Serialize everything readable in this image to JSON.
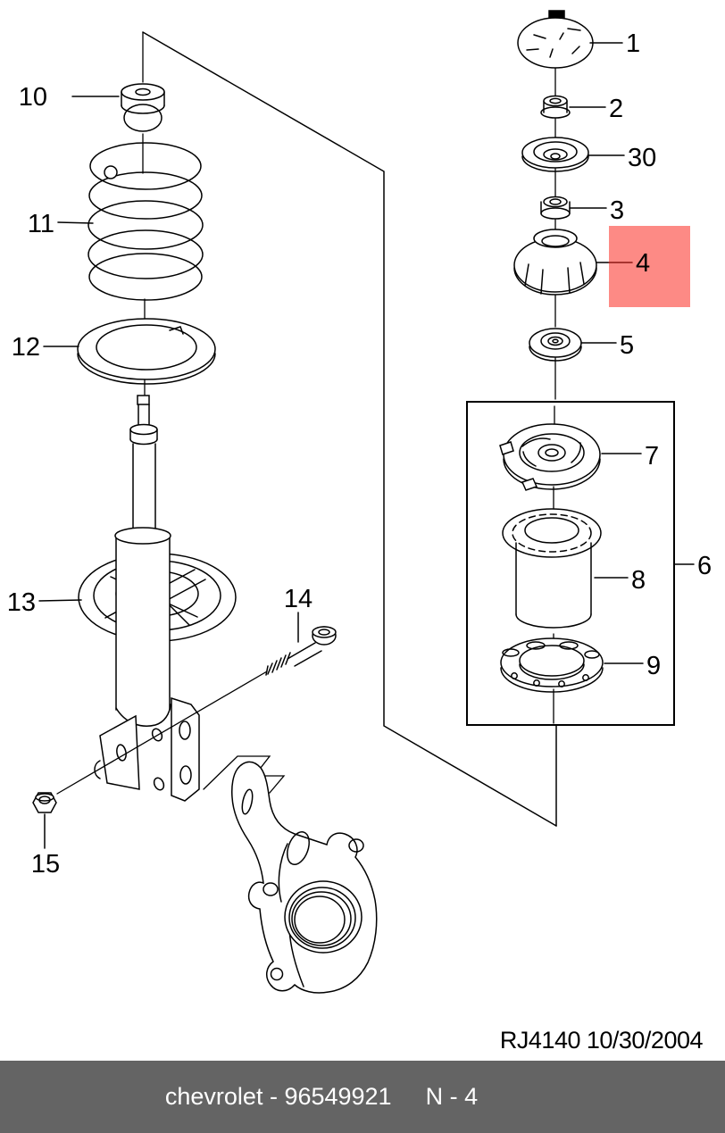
{
  "diagram": {
    "callouts": [
      {
        "label": "1"
      },
      {
        "label": "2"
      },
      {
        "label": "30"
      },
      {
        "label": "3"
      },
      {
        "label": "4",
        "highlighted": true
      },
      {
        "label": "5"
      },
      {
        "label": "6"
      },
      {
        "label": "7"
      },
      {
        "label": "8"
      },
      {
        "label": "9"
      },
      {
        "label": "10"
      },
      {
        "label": "11"
      },
      {
        "label": "12"
      },
      {
        "label": "13"
      },
      {
        "label": "14"
      },
      {
        "label": "15"
      }
    ],
    "caption": {
      "code": "RJ4140",
      "date": "10/30/2004"
    }
  },
  "highlight": {
    "box_color": "#fd8a85",
    "label_color": "#8c1814"
  },
  "footer": {
    "left_text": "chevrolet - 96549921",
    "right_text": "N - 4",
    "bg_color": "#646464",
    "text_color": "#ffffff"
  },
  "colors": {
    "line": "#000000",
    "background": "#ffffff"
  }
}
